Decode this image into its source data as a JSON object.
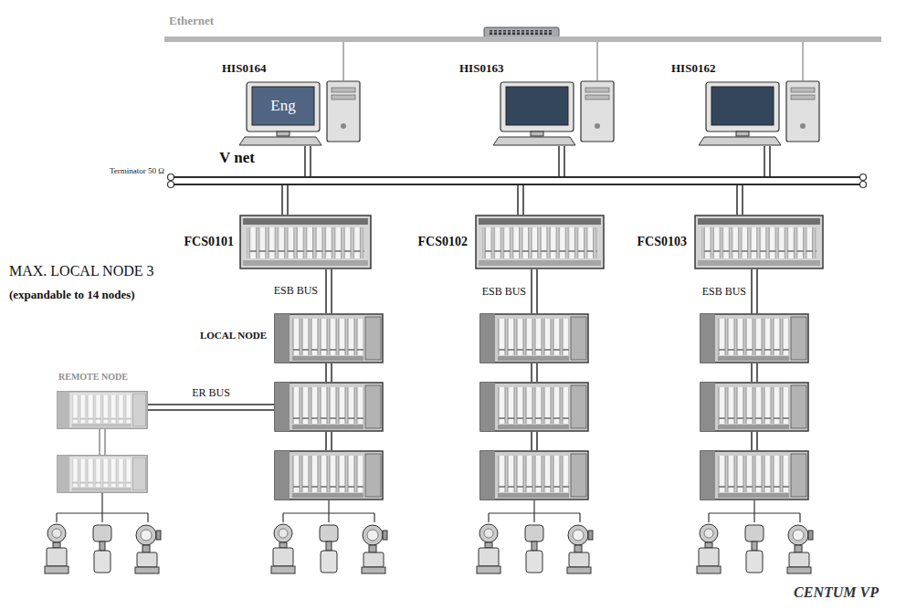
{
  "diagram": {
    "nodes": [
      {
        "text": [
          "Ethernet"
        ]
      },
      {
        "text": [
          "HIS0164",
          "Eng"
        ]
      },
      {
        "text": [
          "HIS0163"
        ]
      },
      {
        "text": [
          "HIS0162"
        ]
      },
      {
        "text": [
          "V net"
        ]
      },
      {
        "text": [
          "FCS0101"
        ]
      },
      {
        "text": [
          "FCS0102"
        ]
      },
      {
        "text": [
          "FCS0103"
        ]
      },
      {
        "text": [
          "LOCAL NODE"
        ]
      },
      {
        "text": [
          "REMOTE NODE"
        ]
      }
    ],
    "edges": [
      {
        "from": 1,
        "to": 0,
        "arrow": "none"
      },
      {
        "from": 2,
        "to": 0,
        "arrow": "none"
      },
      {
        "from": 3,
        "to": 0,
        "arrow": "none"
      },
      {
        "from": 1,
        "to": 4,
        "arrow": "none"
      },
      {
        "from": 2,
        "to": 4,
        "arrow": "none"
      },
      {
        "from": 3,
        "to": 4,
        "arrow": "none"
      },
      {
        "from": 4,
        "to": 5,
        "arrow": "none"
      },
      {
        "from": 4,
        "to": 6,
        "arrow": "none"
      },
      {
        "from": 4,
        "to": 7,
        "arrow": "none"
      },
      {
        "from": 5,
        "to": 8,
        "label": "ESB BUS",
        "arrow": "none"
      },
      {
        "from": 9,
        "to": 8,
        "label": "ER BUS",
        "arrow": "none"
      }
    ],
    "labels": [
      "Terminator 50 Ω",
      "MAX. LOCAL NODE 3",
      "(expandable to 14 nodes)",
      "ESB BUS",
      "ESB BUS",
      "CENTUM VP"
    ]
  }
}
